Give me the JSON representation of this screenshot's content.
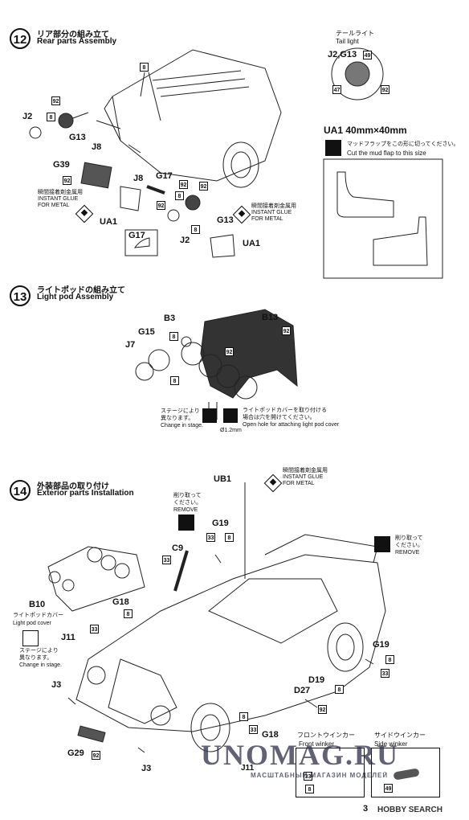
{
  "step12": {
    "number": "12",
    "title_jp": "リア部分の組み立て",
    "title_en": "Rear parts Assembly",
    "parts": {
      "j2a": "J2",
      "g13a": "G13",
      "j8a": "J8",
      "g39": "G39",
      "ua1a": "UA1",
      "j8b": "J8",
      "g17": "G17",
      "g17box": "G17",
      "j2b": "J2",
      "g13b": "G13",
      "ua1b": "UA1"
    },
    "glue_jp": "瞬間接着剤金属用",
    "glue_en1": "INSTANT GLUE",
    "glue_en2": "FOR METAL",
    "nums": {
      "n8top": "8",
      "n92a": "92",
      "n8a": "8",
      "n92b": "92",
      "n8b": "8",
      "n92c": "92",
      "n92d": "92",
      "n8c": "8",
      "n92e": "92"
    }
  },
  "taillight": {
    "title_jp": "テールライト",
    "title_en": "Tail light",
    "part": "J2,G13",
    "n49": "49",
    "n47": "47",
    "n92": "92"
  },
  "ua1panel": {
    "title": "UA1  40mm×40mm",
    "note_jp": "マッドフラップをこの形に切ってください。",
    "note_en": "Cut the mud flap to this size"
  },
  "step13": {
    "number": "13",
    "title_jp": "ライトポッドの組み立て",
    "title_en": "Light pod Assembly",
    "parts": {
      "b3": "B3",
      "b13": "B13",
      "g15": "G15",
      "j7": "J7"
    },
    "nums": {
      "n92a": "92",
      "n8a": "8",
      "n92b": "92",
      "n8b": "8"
    },
    "stage_jp1": "ステージにより",
    "stage_jp2": "異なります。",
    "stage_en": "Change in stage.",
    "hole_jp1": "ライトポッドカバーを取り付ける",
    "hole_jp2": "場合は穴を開けてください。",
    "hole_en": "Open hole for attaching light pod cover",
    "drill": "Ø1.2mm"
  },
  "step14": {
    "number": "14",
    "title_jp": "外装部品の取り付け",
    "title_en": "Exterior parts Installation",
    "parts": {
      "ub1": "UB1",
      "g19a": "G19",
      "c9": "C9",
      "b10": "B10",
      "g18a": "G18",
      "j11": "J11",
      "j3a": "J3",
      "g29": "G29",
      "j3b": "J3",
      "g18b": "G18",
      "d19": "D19",
      "d27": "D27",
      "g19b": "G19"
    },
    "glue_jp": "瞬間接着剤金属用",
    "glue_en1": "INSTANT GLUE",
    "glue_en2": "FOR METAL",
    "remove_jp1": "削り取って",
    "remove_jp2": "ください。",
    "remove_en": "REMOVE",
    "remove2_jp1": "削り取って",
    "remove2_jp2": "ください。",
    "remove2_en": "REMOVE",
    "b10_jp": "ライトポッドカバー",
    "b10_en": "Light pod cover",
    "stage_jp1": "ステージにより",
    "stage_jp2": "異なります。",
    "stage_en": "Change in stage.",
    "front_winker_jp": "フロントウインカー",
    "front_winker_en": "Front winker",
    "side_winker_jp": "サイドウインカー",
    "side_winker_en": "Side winker",
    "nums": {
      "n33a": "33",
      "n8a": "8",
      "n33b": "33",
      "n33c": "33",
      "n8b": "8",
      "n33d": "33",
      "n8c": "8",
      "n33e": "33",
      "n8d": "8",
      "n92a": "92",
      "n92b": "92",
      "n33f": "33",
      "n8e": "8",
      "n49": "49"
    },
    "j11b": "J11"
  },
  "watermark": {
    "main": "UNOMAG.RU",
    "sub": "МАСШТАБНЫЙ МАГАЗИН МОДЕЛЕЙ"
  },
  "hobbysearch": "HOBBY SEARCH",
  "hobbysearch_num": "3"
}
